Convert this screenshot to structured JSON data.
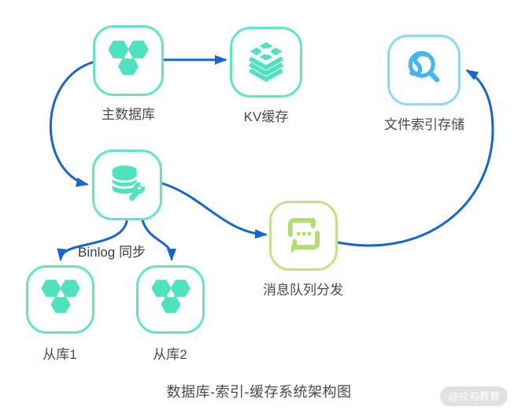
{
  "diagram": {
    "title": "数据库-索引-缓存系统架构图",
    "watermark": "@拉勾教育",
    "edge_label": "Binlog 同步",
    "nodes": [
      {
        "id": "master-db",
        "label": "主数据库",
        "icon": "hexagon-cluster-database-icon",
        "color": "#50E3C2"
      },
      {
        "id": "kv-cache",
        "label": "KV缓存",
        "icon": "layered-stack-icon",
        "color": "#50E3C2"
      },
      {
        "id": "file-index-storage",
        "label": "文件索引存储",
        "icon": "search-index-icon",
        "color": "#45B4F2"
      },
      {
        "id": "binlog-database",
        "label": "",
        "icon": "database-wrench-icon",
        "color": "#50E3C2"
      },
      {
        "id": "message-queue",
        "label": "消息队列分发",
        "icon": "chat-queue-icon",
        "color": "#B2DE70"
      },
      {
        "id": "slave-db-1",
        "label": "从库1",
        "icon": "hexagon-cluster-database-icon",
        "color": "#50E3C2"
      },
      {
        "id": "slave-db-2",
        "label": "从库2",
        "icon": "hexagon-cluster-database-icon",
        "color": "#50E3C2"
      }
    ],
    "edges": [
      {
        "from": "master-db",
        "to": "kv-cache"
      },
      {
        "from": "master-db",
        "to": "binlog-database"
      },
      {
        "from": "binlog-database",
        "to": "message-queue"
      },
      {
        "from": "message-queue",
        "to": "file-index-storage"
      },
      {
        "from": "binlog-database",
        "to": "slave-db-1",
        "label": "Binlog 同步"
      },
      {
        "from": "binlog-database",
        "to": "slave-db-2",
        "label": "Binlog 同步"
      }
    ],
    "colors": {
      "connector": "#1566D5",
      "mint": "#50E3C2",
      "light_blue": "#45B4F2",
      "light_green": "#B2DE70",
      "label_text": "#4A4A4A"
    }
  }
}
